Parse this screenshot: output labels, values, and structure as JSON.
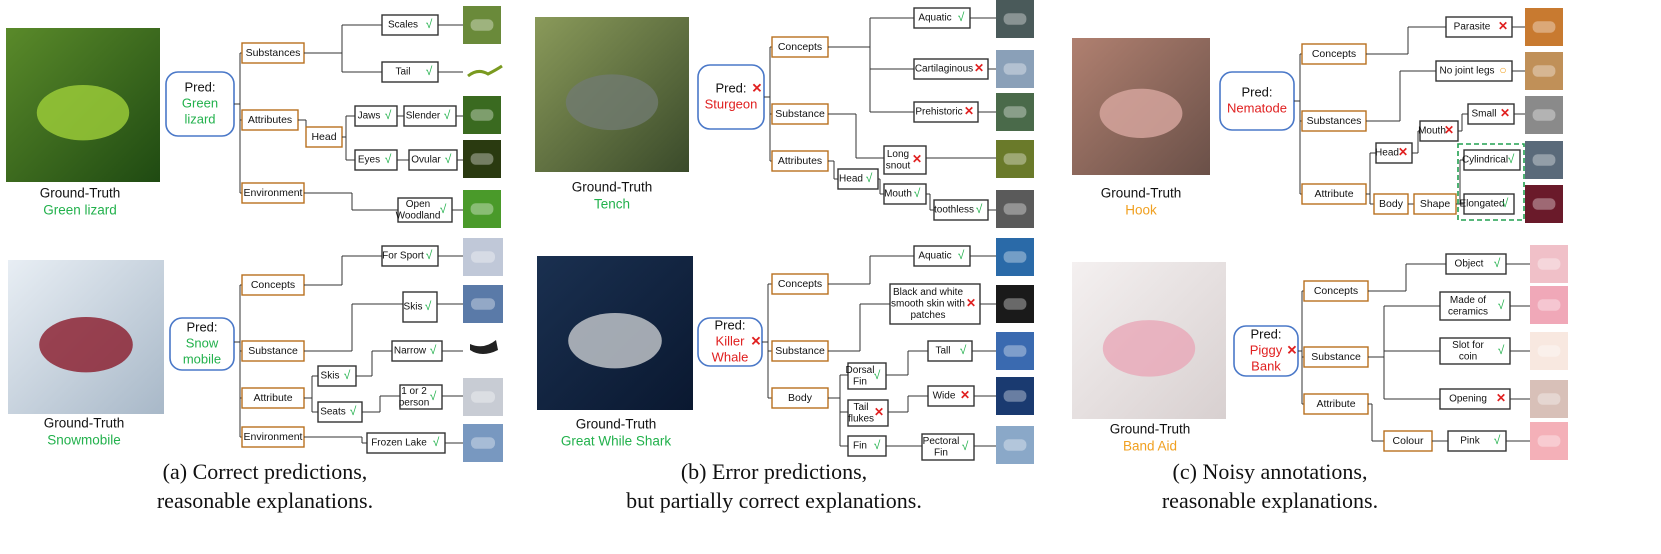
{
  "panels": [
    {
      "id": "a",
      "caption": [
        "(a) Correct predictions,",
        "reasonable explanations."
      ],
      "trees": [
        {
          "image": "green-lizard-photo",
          "ground_truth_label": "Ground-Truth",
          "ground_truth": "Green lizard",
          "ground_truth_color": "#22b14c",
          "prediction": {
            "lines": [
              "Pred:",
              "Green",
              "lizard"
            ],
            "color": "#22b14c",
            "correct": true
          },
          "nodes": [
            {
              "label": "Substances",
              "type": "category"
            },
            {
              "label": "Attributes",
              "type": "category"
            },
            {
              "label": "Environment",
              "type": "category"
            },
            {
              "label": "Head",
              "type": "part"
            },
            {
              "label": "Scales",
              "mark": "check"
            },
            {
              "label": "Tail",
              "mark": "check"
            },
            {
              "label": "Jaws",
              "mark": "check"
            },
            {
              "label": "Slender",
              "mark": "check"
            },
            {
              "label": "Eyes",
              "mark": "check"
            },
            {
              "label": "Ovular",
              "mark": "check"
            },
            {
              "label": "Open Woodland",
              "mark": "check"
            }
          ]
        },
        {
          "image": "snowmobile-photo",
          "ground_truth_label": "Ground-Truth",
          "ground_truth": "Snowmobile",
          "ground_truth_color": "#22b14c",
          "prediction": {
            "lines": [
              "Pred:",
              "Snow",
              "mobile"
            ],
            "color": "#22b14c",
            "correct": true
          },
          "nodes": [
            {
              "label": "Concepts",
              "type": "category"
            },
            {
              "label": "Substance",
              "type": "category"
            },
            {
              "label": "Attribute",
              "type": "category"
            },
            {
              "label": "Environment",
              "type": "category"
            },
            {
              "label": "For Sport",
              "mark": "check"
            },
            {
              "label": "Skis",
              "mark": "check"
            },
            {
              "label": "Skis",
              "mark": "check"
            },
            {
              "label": "Narrow",
              "mark": "check"
            },
            {
              "label": "Seats",
              "mark": "check"
            },
            {
              "label": "1 or 2 person",
              "mark": "check"
            },
            {
              "label": "Frozen Lake",
              "mark": "check"
            }
          ]
        }
      ]
    },
    {
      "id": "b",
      "caption": [
        "(b) Error predictions,",
        "but partially correct explanations."
      ],
      "trees": [
        {
          "image": "tench-photo",
          "ground_truth_label": "Ground-Truth",
          "ground_truth": "Tench",
          "ground_truth_color": "#22b14c",
          "prediction": {
            "lines": [
              "Pred:",
              "Sturgeon"
            ],
            "color": "#e02020",
            "correct": false
          },
          "nodes": [
            {
              "label": "Concepts",
              "type": "category"
            },
            {
              "label": "Substance",
              "type": "category"
            },
            {
              "label": "Attributes",
              "type": "category"
            },
            {
              "label": "Head",
              "mark": "check"
            },
            {
              "label": "Mouth",
              "mark": "check"
            },
            {
              "label": "Aquatic",
              "mark": "check"
            },
            {
              "label": "Cartilaginous",
              "mark": "cross"
            },
            {
              "label": "Prehistoric",
              "mark": "cross"
            },
            {
              "label": "Long snout",
              "mark": "cross"
            },
            {
              "label": "toothless",
              "mark": "check"
            }
          ]
        },
        {
          "image": "shark-photo",
          "ground_truth_label": "Ground-Truth",
          "ground_truth": "Great While Shark",
          "ground_truth_color": "#22b14c",
          "prediction": {
            "lines": [
              "Pred:",
              "Killer",
              "Whale"
            ],
            "color": "#e02020",
            "correct": false
          },
          "nodes": [
            {
              "label": "Concepts",
              "type": "category"
            },
            {
              "label": "Substance",
              "type": "category"
            },
            {
              "label": "Body",
              "type": "category"
            },
            {
              "label": "Aquatic",
              "mark": "check"
            },
            {
              "label": "Black and white smooth skin with patches",
              "mark": "cross"
            },
            {
              "label": "Dorsal Fin",
              "mark": "check"
            },
            {
              "label": "Tall",
              "mark": "check"
            },
            {
              "label": "Tail flukes",
              "mark": "cross"
            },
            {
              "label": "Wide",
              "mark": "cross"
            },
            {
              "label": "Fin",
              "mark": "check"
            },
            {
              "label": "Pectoral Fin",
              "mark": "check"
            }
          ]
        }
      ]
    },
    {
      "id": "c",
      "caption": [
        "(c) Noisy annotations,",
        "reasonable explanations."
      ],
      "trees": [
        {
          "image": "hook-photo",
          "ground_truth_label": "Ground-Truth",
          "ground_truth": "Hook",
          "ground_truth_color": "#f0a020",
          "prediction": {
            "lines": [
              "Pred:",
              "Nematode"
            ],
            "color": "#e02020",
            "correct": null
          },
          "nodes": [
            {
              "label": "Concepts",
              "type": "category"
            },
            {
              "label": "Substances",
              "type": "category"
            },
            {
              "label": "Attribute",
              "type": "category"
            },
            {
              "label": "Head",
              "mark": "cross"
            },
            {
              "label": "Mouth",
              "mark": "cross"
            },
            {
              "label": "Body",
              "type": "part"
            },
            {
              "label": "Shape",
              "type": "part"
            },
            {
              "label": "Parasite",
              "mark": "cross"
            },
            {
              "label": "No joint legs",
              "mark": "circle"
            },
            {
              "label": "Small",
              "mark": "cross"
            },
            {
              "label": "Cylindrical",
              "mark": "check"
            },
            {
              "label": "Elongated",
              "mark": "check"
            }
          ]
        },
        {
          "image": "piggy-bank-photo",
          "ground_truth_label": "Ground-Truth",
          "ground_truth": "Band Aid",
          "ground_truth_color": "#f0a020",
          "prediction": {
            "lines": [
              "Pred:",
              "Piggy",
              "Bank"
            ],
            "color": "#e02020",
            "correct": false
          },
          "nodes": [
            {
              "label": "Concepts",
              "type": "category"
            },
            {
              "label": "Substance",
              "type": "category"
            },
            {
              "label": "Attribute",
              "type": "category"
            },
            {
              "label": "Colour",
              "type": "part"
            },
            {
              "label": "Object",
              "mark": "check"
            },
            {
              "label": "Made of ceramics",
              "mark": "check"
            },
            {
              "label": "Slot for coin",
              "mark": "check"
            },
            {
              "label": "Opening",
              "mark": "cross"
            },
            {
              "label": "Pink",
              "mark": "check"
            }
          ]
        }
      ]
    }
  ],
  "symbols": {
    "check": "√",
    "cross": "✕",
    "circle": "○"
  },
  "colors": {
    "pred_border": "#4a78c8",
    "category_border": "#b8701e",
    "node_border": "#333333",
    "correct": "#22b14c",
    "error": "#e02020",
    "noisy": "#f0a020",
    "highlight_dash": "#22a050"
  }
}
